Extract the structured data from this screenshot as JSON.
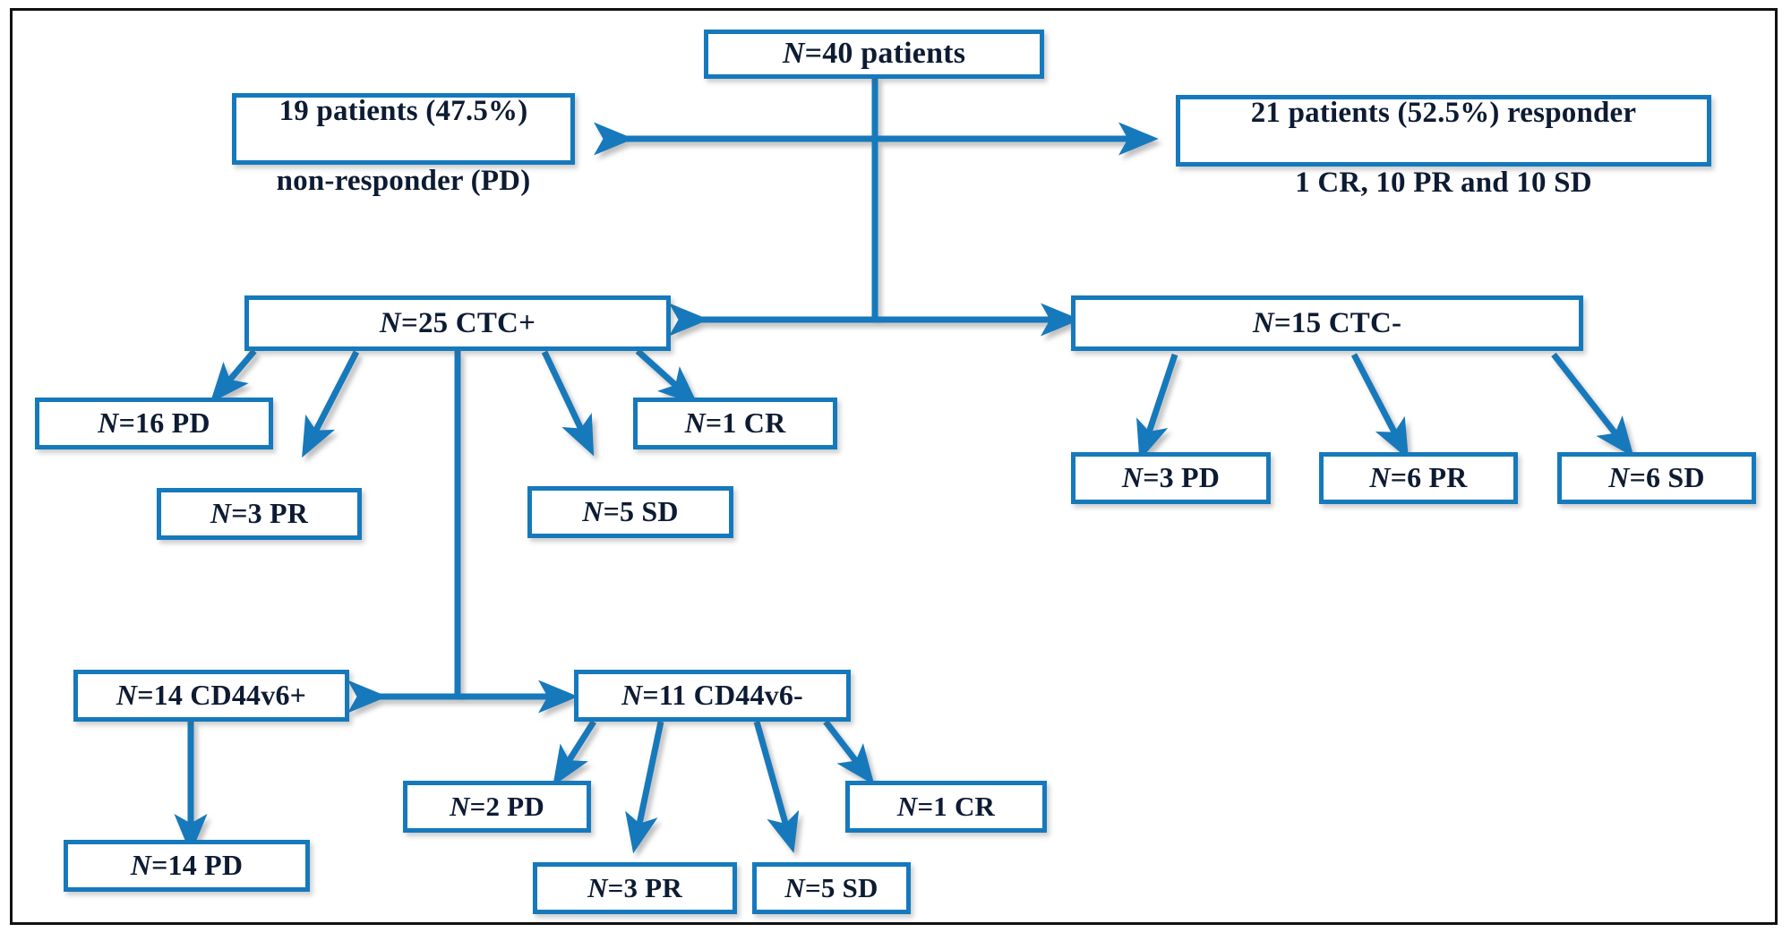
{
  "figure": {
    "title": "Patient response and CTC / CD44v6 stratification flow chart",
    "accent_color": "#1579BC",
    "text_color": "#0d1b33",
    "frame_color": "#111111",
    "background": "#ffffff"
  },
  "nodes": {
    "root": {
      "id": "n40-patients",
      "text": "N=40 patients",
      "italic_prefix": "N",
      "rest": "=40 patients"
    },
    "non_responder": {
      "id": "non-responder",
      "line1": "19 patients (47.5%)",
      "line2": "non-responder (PD)"
    },
    "responder": {
      "id": "responder",
      "line1": "21 patients (52.5%) responder",
      "line2": "1 CR, 10 PR and 10 SD"
    },
    "ctc_pos": {
      "id": "ctc-positive",
      "italic_prefix": "N",
      "rest": "=25 CTC+"
    },
    "ctc_neg": {
      "id": "ctc-negative",
      "italic_prefix": "N",
      "rest": "=15 CTC-"
    },
    "ctc_pos_children": [
      {
        "id": "ctcpos-pd",
        "italic_prefix": "N",
        "rest": "=16 PD"
      },
      {
        "id": "ctcpos-pr",
        "italic_prefix": "N",
        "rest": "=3 PR"
      },
      {
        "id": "ctcpos-sd",
        "italic_prefix": "N",
        "rest": "=5 SD"
      },
      {
        "id": "ctcpos-cr",
        "italic_prefix": "N",
        "rest": "=1 CR"
      }
    ],
    "ctc_neg_children": [
      {
        "id": "ctcneg-pd",
        "italic_prefix": "N",
        "rest": "=3 PD"
      },
      {
        "id": "ctcneg-pr",
        "italic_prefix": "N",
        "rest": "=6 PR"
      },
      {
        "id": "ctcneg-sd",
        "italic_prefix": "N",
        "rest": "=6 SD"
      }
    ],
    "cd44v6_pos": {
      "id": "cd44v6-positive",
      "italic_prefix": "N",
      "rest": "=14 CD44v6+"
    },
    "cd44v6_neg": {
      "id": "cd44v6-negative",
      "italic_prefix": "N",
      "rest": "=11 CD44v6-"
    },
    "cd44v6_pos_children": [
      {
        "id": "cd44v6pos-pd",
        "italic_prefix": "N",
        "rest": "=14 PD"
      }
    ],
    "cd44v6_neg_children": [
      {
        "id": "cd44v6neg-pd",
        "italic_prefix": "N",
        "rest": "=2 PD"
      },
      {
        "id": "cd44v6neg-pr",
        "italic_prefix": "N",
        "rest": "=3 PR"
      },
      {
        "id": "cd44v6neg-sd",
        "italic_prefix": "N",
        "rest": "=5 SD"
      },
      {
        "id": "cd44v6neg-cr",
        "italic_prefix": "N",
        "rest": "=1 CR"
      }
    ]
  },
  "chart_data": {
    "type": "diagram",
    "title": "N=40 patients stratification",
    "total_patients": 40,
    "response_split": [
      {
        "label": "non-responder (PD)",
        "count": 19,
        "percent": 47.5,
        "detail": "19 patients (47.5%) non-responder (PD)"
      },
      {
        "label": "responder",
        "count": 21,
        "percent": 52.5,
        "detail": "21 patients (52.5%) responder: 1 CR, 10 PR and 10 SD",
        "breakdown": [
          {
            "label": "CR",
            "count": 1
          },
          {
            "label": "PR",
            "count": 10
          },
          {
            "label": "SD",
            "count": 10
          }
        ]
      }
    ],
    "ctc_split": [
      {
        "label": "CTC+",
        "count": 25,
        "breakdown": [
          {
            "label": "PD",
            "count": 16
          },
          {
            "label": "PR",
            "count": 3
          },
          {
            "label": "SD",
            "count": 5
          },
          {
            "label": "CR",
            "count": 1
          }
        ]
      },
      {
        "label": "CTC-",
        "count": 15,
        "breakdown": [
          {
            "label": "PD",
            "count": 3
          },
          {
            "label": "PR",
            "count": 6
          },
          {
            "label": "SD",
            "count": 6
          }
        ]
      }
    ],
    "cd44v6_split": [
      {
        "label": "CD44v6+",
        "count": 14,
        "parent": "CTC+",
        "breakdown": [
          {
            "label": "PD",
            "count": 14
          }
        ]
      },
      {
        "label": "CD44v6-",
        "count": 11,
        "parent": "CTC+",
        "breakdown": [
          {
            "label": "PD",
            "count": 2
          },
          {
            "label": "PR",
            "count": 3
          },
          {
            "label": "SD",
            "count": 5
          },
          {
            "label": "CR",
            "count": 1
          }
        ]
      }
    ]
  }
}
